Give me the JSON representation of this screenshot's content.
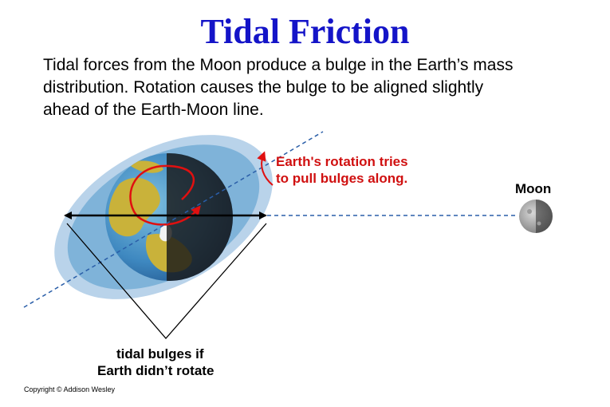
{
  "slide": {
    "title": "Tidal Friction",
    "body_lines": [
      "Tidal forces from the Moon produce a bulge in the Earth’s mass",
      "distribution.  Rotation causes the bulge to be aligned slightly",
      "ahead of the Earth-Moon line."
    ]
  },
  "diagram": {
    "rotation_note": [
      "Earth's rotation tries",
      "to pull bulges along."
    ],
    "moon_label": "Moon",
    "bulge_note": [
      "tidal bulges if",
      "Earth didn’t rotate"
    ],
    "copyright": "Copyright © Addison Wesley",
    "colors": {
      "title": "#1414c8",
      "ocean_bulge_outer": "#b9d3ea",
      "ocean_bulge_inner": "#7fb3d9",
      "earth_ocean": "#3e88c0",
      "land": "#c9b23a",
      "rotation_arrow": "#e01010",
      "note_text": "#d01010",
      "dashed_line": "#2a5ea8"
    }
  }
}
